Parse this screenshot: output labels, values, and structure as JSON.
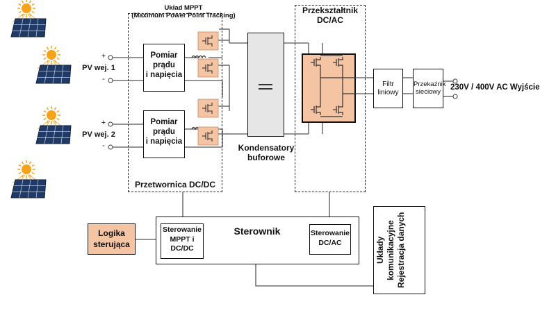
{
  "mppt_block": {
    "title": "Układ MPPT",
    "subtitle": "(Maximum Power Point Tracking)",
    "footer": "Przetwornica DC/DC"
  },
  "inputs": [
    {
      "plus": "+",
      "minus": "-",
      "label": "PV wej. 1",
      "measure": [
        "Pomiar",
        "prądu",
        "i napięcia"
      ]
    },
    {
      "plus": "+",
      "minus": "-",
      "label": "PV wej. 2",
      "measure": [
        "Pomiar",
        "prądu",
        "i napięcia"
      ]
    }
  ],
  "capacitors": {
    "label": [
      "Kondensatory",
      "buforowe"
    ]
  },
  "inverter": {
    "title": [
      "Przekształtnik",
      "DC/AC"
    ]
  },
  "filter": {
    "label": [
      "Filtr",
      "liniowy"
    ]
  },
  "relay": {
    "label": [
      "Przekaźnik",
      "sieciowy"
    ]
  },
  "output": {
    "label": "230V / 400V AC Wyjście"
  },
  "controller": {
    "title": "Sterownik",
    "left_box": [
      "Sterowanie",
      "MPPT i",
      "DC/DC"
    ],
    "right_box": [
      "Sterowanie",
      "DC/AC"
    ]
  },
  "logic": {
    "label": [
      "Logika",
      "sterująca"
    ]
  },
  "comms": {
    "label": [
      "Układy",
      "komunikacyjne",
      "Rejestracja danych"
    ]
  },
  "colors": {
    "peach": "#f4c4a3",
    "capacitor_gray": "#e6e6e6",
    "panel": "#1f3a66",
    "sun": "#f7a21b"
  }
}
